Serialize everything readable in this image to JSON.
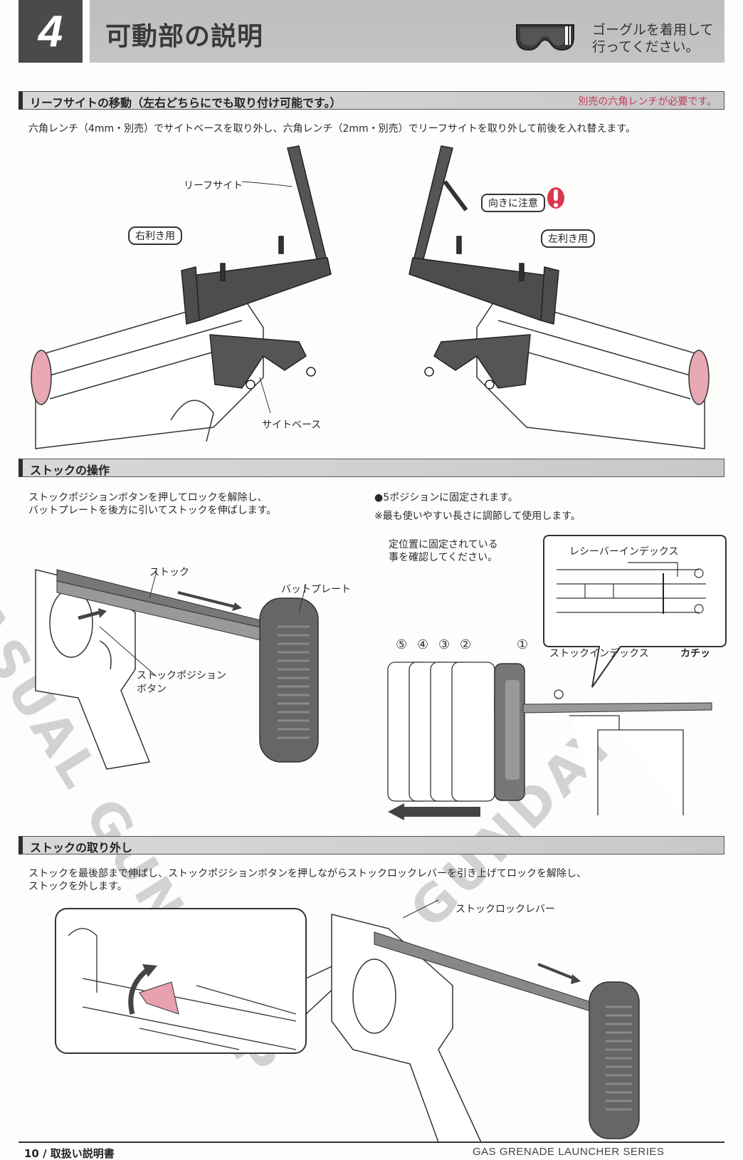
{
  "header": {
    "chapter_number": "4",
    "chapter_title": "可動部の説明",
    "goggle_notice_line1": "ゴーグルを着用して",
    "goggle_notice_line2": "行ってください。",
    "goggle_icon": "safety-goggles-icon"
  },
  "sections": [
    {
      "title": "リーフサイトの移動（左右どちらにでも取り付け可能です。）",
      "note": "別売の六角レンチが必要です。",
      "note_color": "#c23a5c",
      "body": "六角レンチ（4mm・別売）でサイトベースを取り外し、六角レンチ（2mm・別売）でリーフサイトを取り外して前後を入れ替えます。",
      "labels": {
        "leaf_sight": "リーフサイト",
        "caution": "向きに注意",
        "right_handed": "右利き用",
        "left_handed": "左利き用",
        "sight_base": "サイトベース"
      },
      "caution_icon": "exclamation-icon",
      "caution_color": "#d9384f"
    },
    {
      "title": "ストックの操作",
      "body_line1": "ストックポジションボタンを押してロックを解除し、",
      "body_line2": "バットプレートを後方に引いてストックを伸ばします。",
      "bullet": "●5ポジションに固定されます。",
      "note": "※最も使いやすい長さに調節して使用します。",
      "confirm_line1": "定位置に固定されている",
      "confirm_line2": "事を確認してください。",
      "labels": {
        "stock": "ストック",
        "butt_plate": "バットプレート",
        "stock_position_button_line1": "ストックポジション",
        "stock_position_button_line2": "ボタン",
        "receiver_index": "レシーバーインデックス",
        "stock_index": "ストックインデックス",
        "click_sound": "カチッ"
      },
      "positions": [
        "⑤",
        "④",
        "③",
        "②",
        "①"
      ]
    },
    {
      "title": "ストックの取り外し",
      "body_line1": "ストックを最後部まで伸ばし、ストックポジションボタンを押しながらストックロックレバーを引き上げてロックを解除し、",
      "body_line2": "ストックを外します。",
      "labels": {
        "stock_lock_lever": "ストックロックレバー"
      }
    }
  ],
  "watermark": {
    "text_left": "CASUAL GUNSHOP",
    "text_right": "GUNDAY"
  },
  "footer": {
    "page": "10 / 取扱い説明書",
    "series": "GAS GRENADE LAUNCHER SERIES"
  }
}
